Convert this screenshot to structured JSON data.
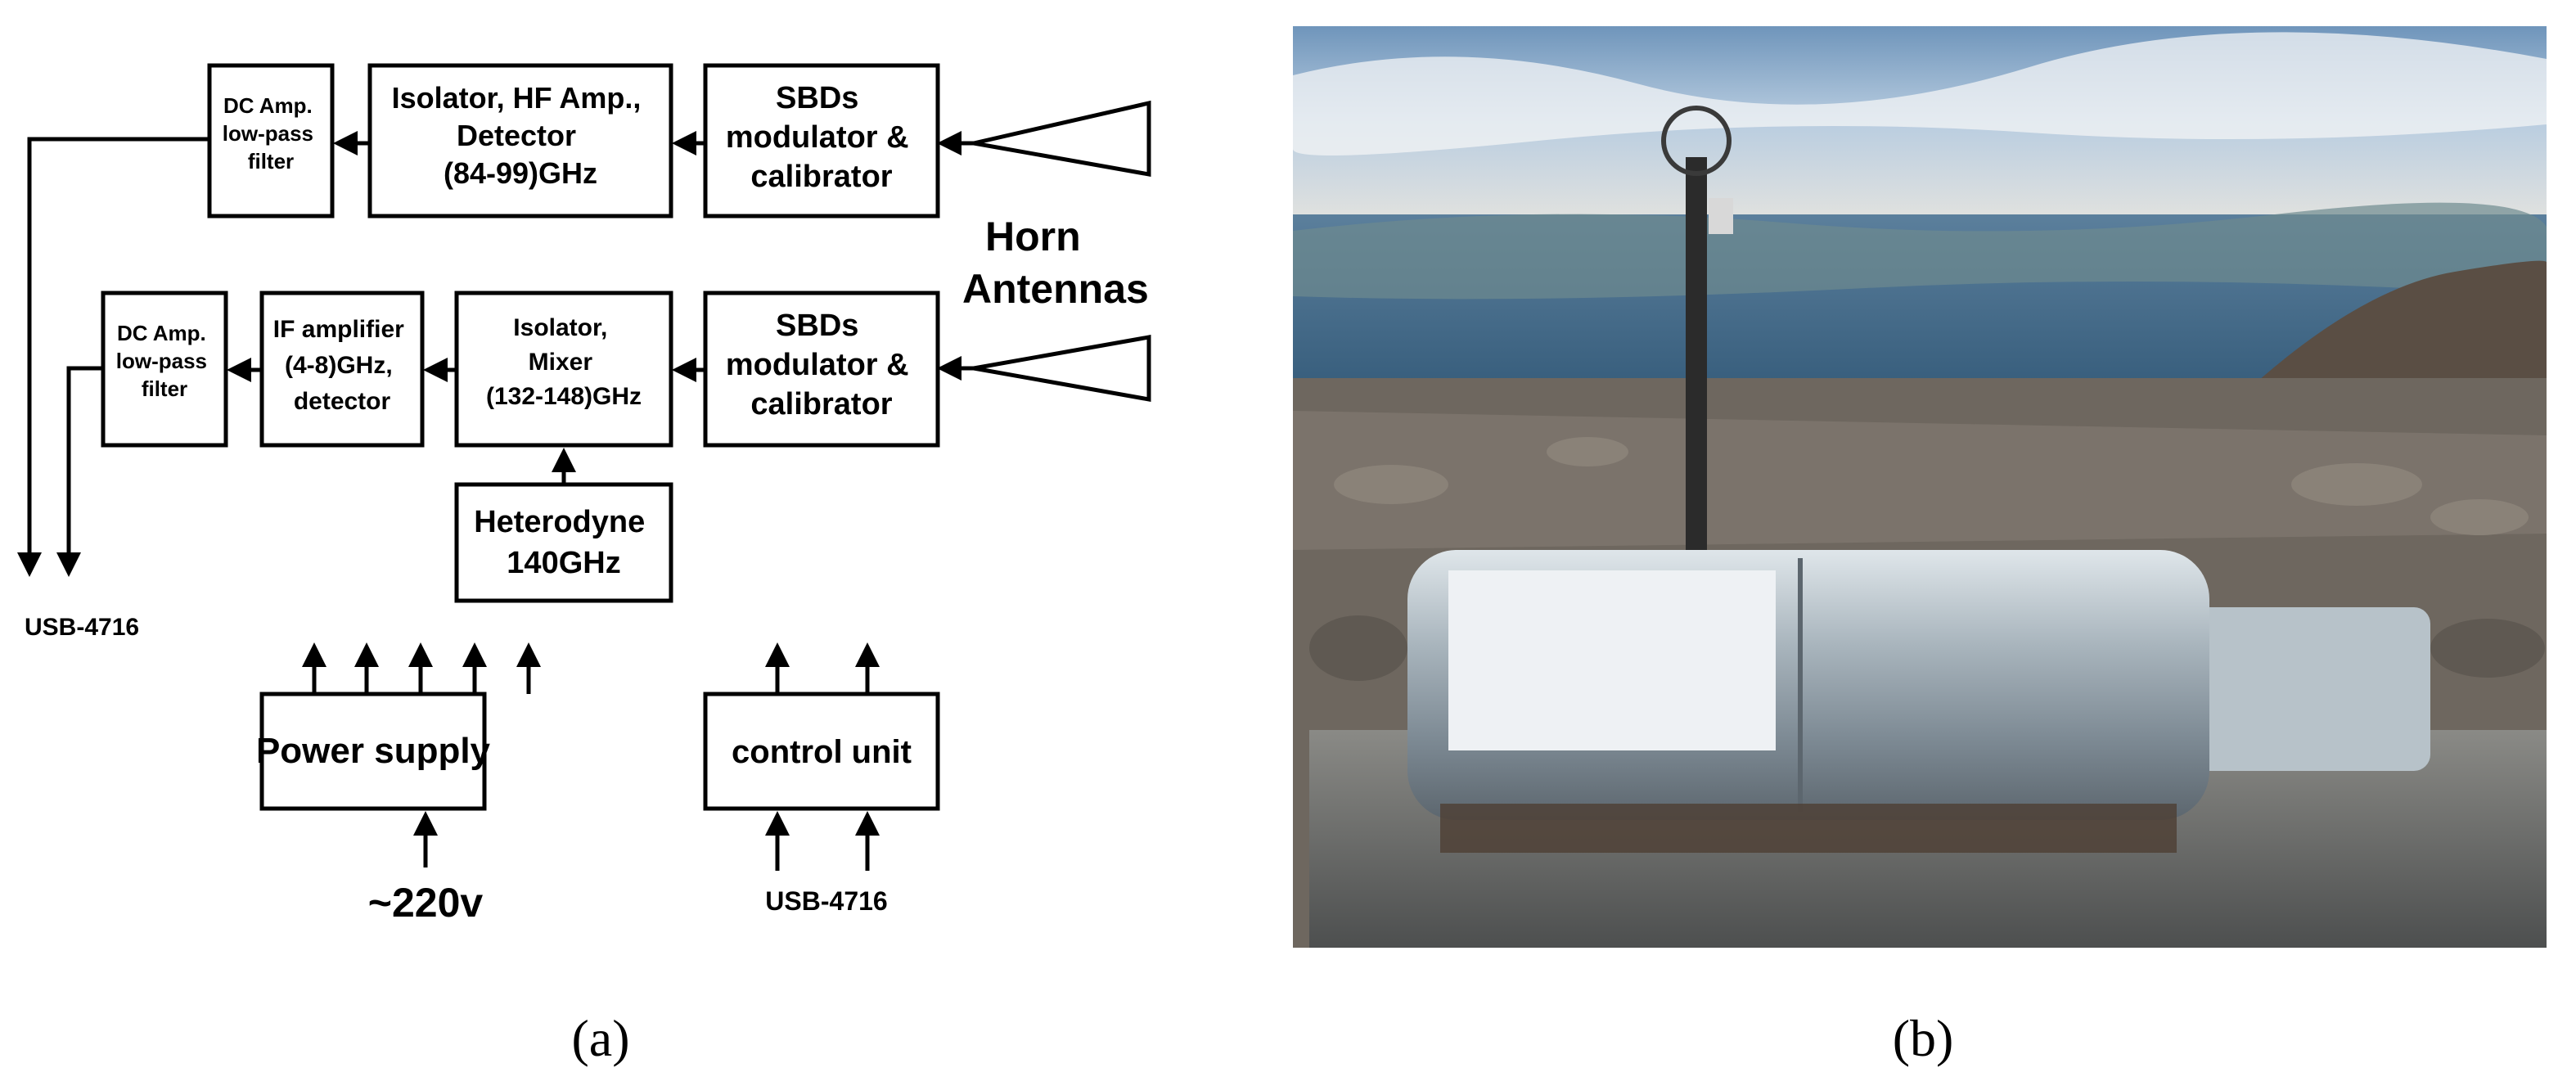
{
  "panel_a": {
    "caption": "(a)",
    "blocks": {
      "dc_amp_top": [
        "DC Amp.",
        "low-pass",
        "filter"
      ],
      "isolator_hf": [
        "Isolator, HF Amp.,",
        "Detector",
        "(84-99)GHz"
      ],
      "sbd_top": [
        "SBDs",
        "modulator &",
        "calibrator"
      ],
      "dc_amp_mid": [
        "DC Amp.",
        "low-pass",
        "filter"
      ],
      "if_amp": [
        "IF amplifier",
        "(4-8)GHz,",
        "detector"
      ],
      "isolator_mixer": [
        "Isolator,",
        "Mixer",
        "(132-148)GHz"
      ],
      "sbd_mid": [
        "SBDs",
        "modulator &",
        "calibrator"
      ],
      "heterodyne": [
        "Heterodyne",
        "140GHz"
      ],
      "power_supply": "Power supply",
      "control_unit": "control unit"
    },
    "labels": {
      "horn": [
        "Horn",
        "Antennas"
      ],
      "usb_left": "USB-4716",
      "usb_bottom": "USB-4716",
      "voltage": "~220v"
    }
  },
  "panel_b": {
    "caption": "(b)"
  },
  "colors": {
    "line": "#000000",
    "sky": "#c9d8e6",
    "valley": "#3f6a8a",
    "rock": "#6e675f",
    "metal": "#b9c2c8"
  }
}
